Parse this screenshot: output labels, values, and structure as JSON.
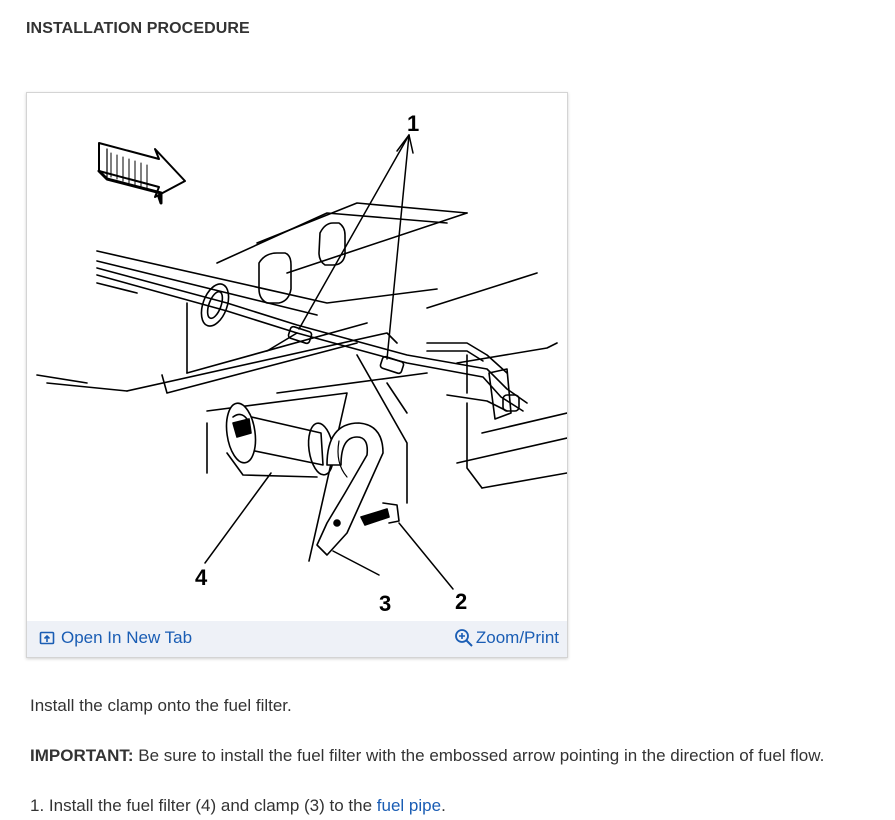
{
  "heading": "INSTALLATION PROCEDURE",
  "figure": {
    "callouts": {
      "c1": "1",
      "c2": "2",
      "c3": "3",
      "c4": "4"
    },
    "toolbar": {
      "open_label": "Open In New Tab",
      "zoom_label": "Zoom/Print"
    },
    "icons": {
      "open": "open-new-tab-icon",
      "zoom": "magnifier-plus-icon"
    }
  },
  "steps": {
    "intro": "Install the clamp onto the fuel filter.",
    "important_label": "IMPORTANT:",
    "important_text": " Be sure to install the fuel filter with the embossed arrow pointing in the direction of fuel flow.",
    "step1_prefix": "1. Install the fuel filter (4) and clamp (3) to the ",
    "step1_link": "fuel pipe",
    "step1_suffix": "."
  },
  "colors": {
    "link": "#1a5db4",
    "toolbar_bg": "#eef1f7",
    "text": "#333333"
  }
}
